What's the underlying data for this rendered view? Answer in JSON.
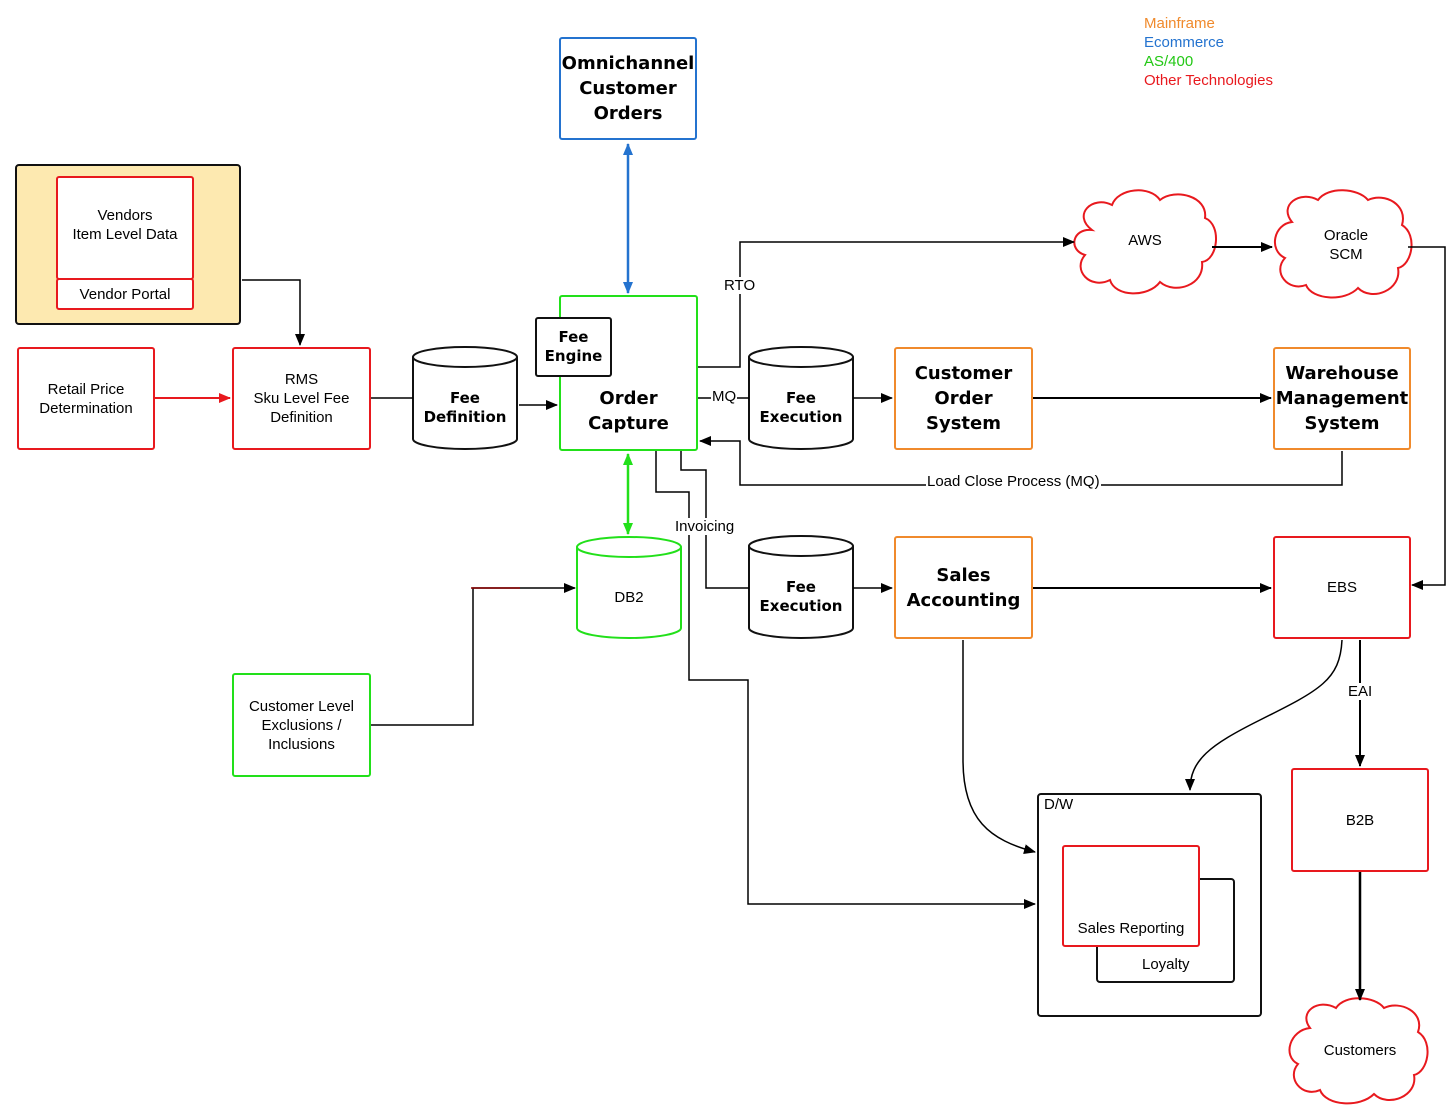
{
  "legend": {
    "mainframe": {
      "label": "Mainframe",
      "color": "#f08a2c"
    },
    "ecommerce": {
      "label": "Ecommerce",
      "color": "#2473cf"
    },
    "as400": {
      "label": "AS/400",
      "color": "#22c814"
    },
    "other": {
      "label": "Other Technologies",
      "color": "#e8191e"
    }
  },
  "nodes": {
    "omnichannel": "Omnichannel\nCustomer\nOrders",
    "vendors_data": "Vendors\nItem Level Data",
    "vendor_portal": "Vendor Portal",
    "retail_price": "Retail Price\nDetermination",
    "rms": "RMS\nSku Level Fee\nDefinition",
    "fee_definition": "Fee\nDefinition",
    "fee_engine": "Fee\nEngine",
    "order_capture": "Order\nCapture",
    "fee_execution_1": "Fee\nExecution",
    "customer_order_system": "Customer\nOrder\nSystem",
    "warehouse": "Warehouse\nManagement\nSystem",
    "aws": "AWS",
    "oracle_scm": "Oracle\nSCM",
    "db2": "DB2",
    "fee_execution_2": "Fee\nExecution",
    "sales_accounting": "Sales\nAccounting",
    "ebs": "EBS",
    "customer_level": "Customer Level\nExclusions /\nInclusions",
    "dw": "D/W",
    "sales_reporting": "Sales Reporting",
    "loyalty": "Loyalty",
    "b2b": "B2B",
    "customers": "Customers"
  },
  "edge_labels": {
    "rto": "RTO",
    "mq": "MQ",
    "load_close": "Load Close Process (MQ)",
    "invoicing": "Invoicing",
    "eai": "EAI"
  }
}
